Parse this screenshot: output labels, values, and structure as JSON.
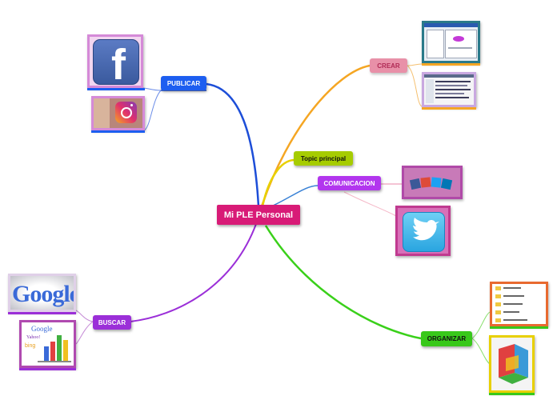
{
  "central": {
    "label": "Mi PLE Personal",
    "color": "#d81b77"
  },
  "topics": {
    "publicar": {
      "label": "PUBLICAR",
      "color": "#1d5ef0",
      "text_color": "#ffffff"
    },
    "crear": {
      "label": "CREAR",
      "color": "#e890a8",
      "text_color": "#b02a55"
    },
    "topic_principal": {
      "label": "Topic principal",
      "color": "#a6cc00",
      "text_color": "#111111"
    },
    "comunicacion": {
      "label": "COMUNICACION",
      "color": "#b236ee",
      "text_color": "#ffffff"
    },
    "buscar": {
      "label": "BUSCAR",
      "color": "#9b2fd8",
      "text_color": "#ffffff"
    },
    "organizar": {
      "label": "ORGANIZAR",
      "color": "#38c81a",
      "text_color": "#111111"
    }
  },
  "images": {
    "facebook": {
      "glyph": "f",
      "icon": "facebook-logo-icon"
    },
    "instagram": {
      "icon": "instagram-logo-icon"
    },
    "twitter": {
      "icon": "twitter-bird-icon"
    },
    "social_icons": {
      "icon": "social-network-icons"
    },
    "google": {
      "text": "Google",
      "icon": "google-logo-icon"
    },
    "search_engines": {
      "google": "Google",
      "yahoo": "Yahoo!",
      "bing": "bing",
      "icon": "search-engines-chart-icon"
    },
    "crear_screenshot_1": {
      "icon": "software-window-screenshot"
    },
    "crear_screenshot_2": {
      "icon": "software-window-screenshot"
    },
    "organizar_folders": {
      "icon": "folder-list-icon"
    },
    "organizar_logo": {
      "icon": "app-logo-icon"
    }
  },
  "colors": {
    "publicar_branch": "#1d4ed8",
    "crear_branch": "#f5a623",
    "topic_branch": "#e8d000",
    "comunicacion_branch": "#3a82d6",
    "buscar_branch": "#9b2fd8",
    "organizar_branch": "#3ad01a"
  }
}
